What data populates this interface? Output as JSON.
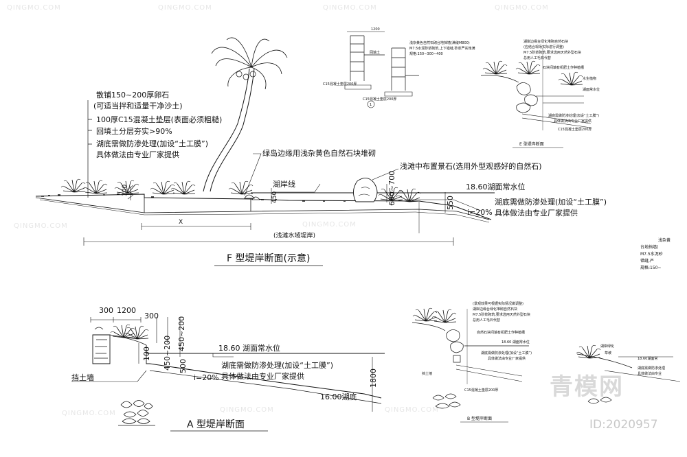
{
  "watermark": {
    "text": "QINGMO.COM",
    "brand": "青模网",
    "id": "ID:2020957"
  },
  "section_f": {
    "title": "F 型堤岸断面(示意)",
    "notes": [
      "散铺150~200厚卵石",
      "(可适当拌和适量干净沙土)",
      "100厚C15混凝土垫层(表面必须粗糙)",
      "回填土分层夯实>90%",
      "湖底需做防渗处理(加设“土工膜”)",
      "具体做法由专业厂家提供"
    ],
    "green_edge": "绿岛边缘用浅杂黄色自然石块堆砌",
    "shallow_stone": "浅滩中布置景石(选用外型观感好的自然石)",
    "lake_line": "湖岸线",
    "water_level": "18.60湖面常水位",
    "seepage_1": "湖底需做防渗处理(加设“土工膜”)",
    "seepage_2": "具体做法由专业厂家提供",
    "dims": {
      "d300": "300",
      "d450": "450",
      "d600_700": "600~700",
      "d550": "550",
      "slope": "i=20%",
      "x": "X"
    },
    "shallow_label": "(浅滩水域堤岸)"
  },
  "section_a": {
    "title": "A 型堤岸断面",
    "dims": {
      "d300": "300",
      "d1200": "1200",
      "d300b": "300",
      "d450_200a": "450~200",
      "d450_200b": "450~200",
      "d100": "100",
      "d500": "500",
      "d1800": "1800"
    },
    "water_level": "18.60 湖面常水位",
    "seepage_1": "湖底需做防渗处理(加设“土工膜”)",
    "seepage_2": "具体做法由专业厂家提供",
    "slope": "i=20%",
    "wall": "挡土墙",
    "lake_bottom": "16.00湖底"
  },
  "top_detail": {
    "dims": {
      "d1200": "1200"
    },
    "notes": [
      "浅杂黄色自然石砌台地挡墙(满缝M800)",
      "M7.5水泥砂浆砌筑,上下错缝,砂浆严实饱满",
      "规格:150~300~400"
    ],
    "fill": "回填土",
    "base1": "C15混凝土垫层200厚",
    "base2": "C15混凝土垫层200厚",
    "marker": "1"
  },
  "section_e": {
    "title": "E 型堤岸断面",
    "notes": [
      "湖岸边缘台绿化堆砌自然石块",
      "(应结合现场实际进行调整)",
      "M7.5砂浆砌筑,要求选用天然外型石块",
      "总用人工毛石代替"
    ],
    "fill": "石块间填有机肥土作种植槽",
    "plant": "水生植物",
    "water": "湖面常水位",
    "seepage_1": "湖底需做防渗处理(加设“土工膜”)",
    "seepage_2": "具体做法由专业厂家提供",
    "base": "C15混凝土垫层200厚"
  },
  "side_note": [
    "浅杂黄",
    "台地挡墙(",
    "M7.5水泥砂",
    "错缝,严",
    "规格:150~"
  ],
  "section_b": {
    "title": "B 型堤岸断面",
    "notes": [
      "(景观效果可根据实际情况做调整)",
      "湖岸边缘台绿化堆砌自然石块",
      "M7.5砂浆砌筑,要求选用天然外型石块",
      "总用人工毛石代替"
    ],
    "fill": "自然石块间填有机肥土作种植槽",
    "water": "18.60 湖面常水位",
    "seepage_1": "湖底需做防渗处理(加设“土工膜”)",
    "seepage_2": "具体做法由专业厂家提供",
    "wall": "挡土墙",
    "base": "C15混凝土垫层200厚"
  },
  "section_c": {
    "notes": [
      "湖岸绿化",
      "草坡",
      "18.60湖面常",
      "湖底需做防渗处理",
      "具体做法由专业"
    ]
  }
}
